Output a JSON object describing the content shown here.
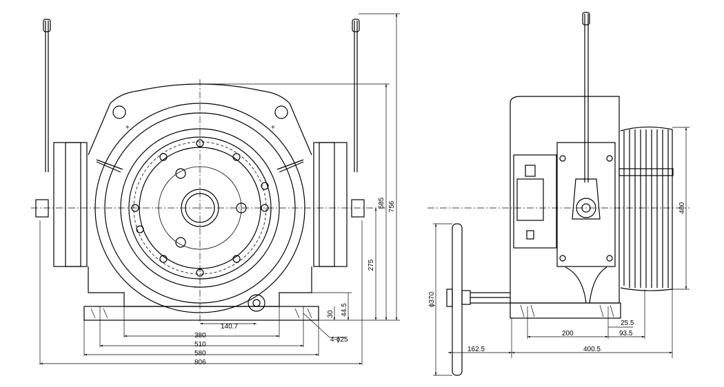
{
  "drawing": {
    "front_view": {
      "dimensions": {
        "overall_height": "756",
        "sheave_top_height": "585",
        "shaft_center_height": "275",
        "base_height": "44.5",
        "foot_height": "30",
        "offset": "140.7",
        "inner_foot_span": "380",
        "bolt_span": "510",
        "base_width": "580",
        "overall_width": "806",
        "mounting_holes": "4-ϕ25"
      }
    },
    "side_view": {
      "dimensions": {
        "handwheel_diameter": "ϕ370",
        "handwheel_offset": "162.5",
        "overall_depth": "400.5",
        "bolt_spacing": "200",
        "sheave_offset": "93.5",
        "edge_offset": "25.5",
        "sheave_diameter": "400"
      }
    }
  }
}
